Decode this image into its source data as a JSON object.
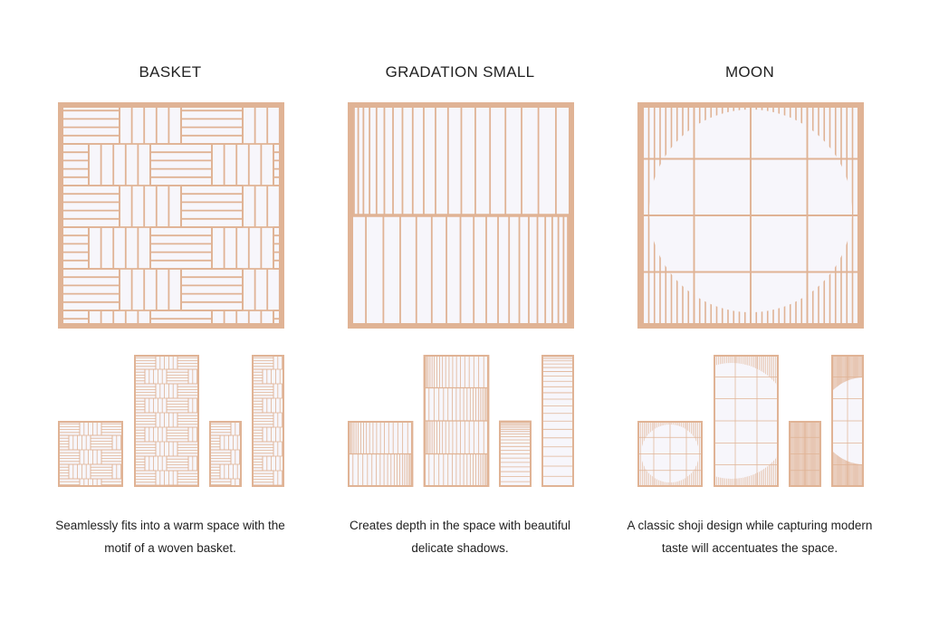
{
  "palette": {
    "wood": "#e0b395",
    "paper": "#f7f6fb",
    "text": "#222222"
  },
  "designs": [
    {
      "id": "basket",
      "title": "BASKET",
      "description": [
        "Seamlessly fits into a warm space with the",
        "motif of a woven basket."
      ]
    },
    {
      "id": "gradation-small",
      "title": "GRADATION SMALL",
      "description": [
        "Creates depth in the space with beautiful",
        "delicate shadows."
      ]
    },
    {
      "id": "moon",
      "title": "MOON",
      "description": [
        "A classic shoji design while capturing modern",
        "taste will accentuates the space."
      ]
    }
  ]
}
